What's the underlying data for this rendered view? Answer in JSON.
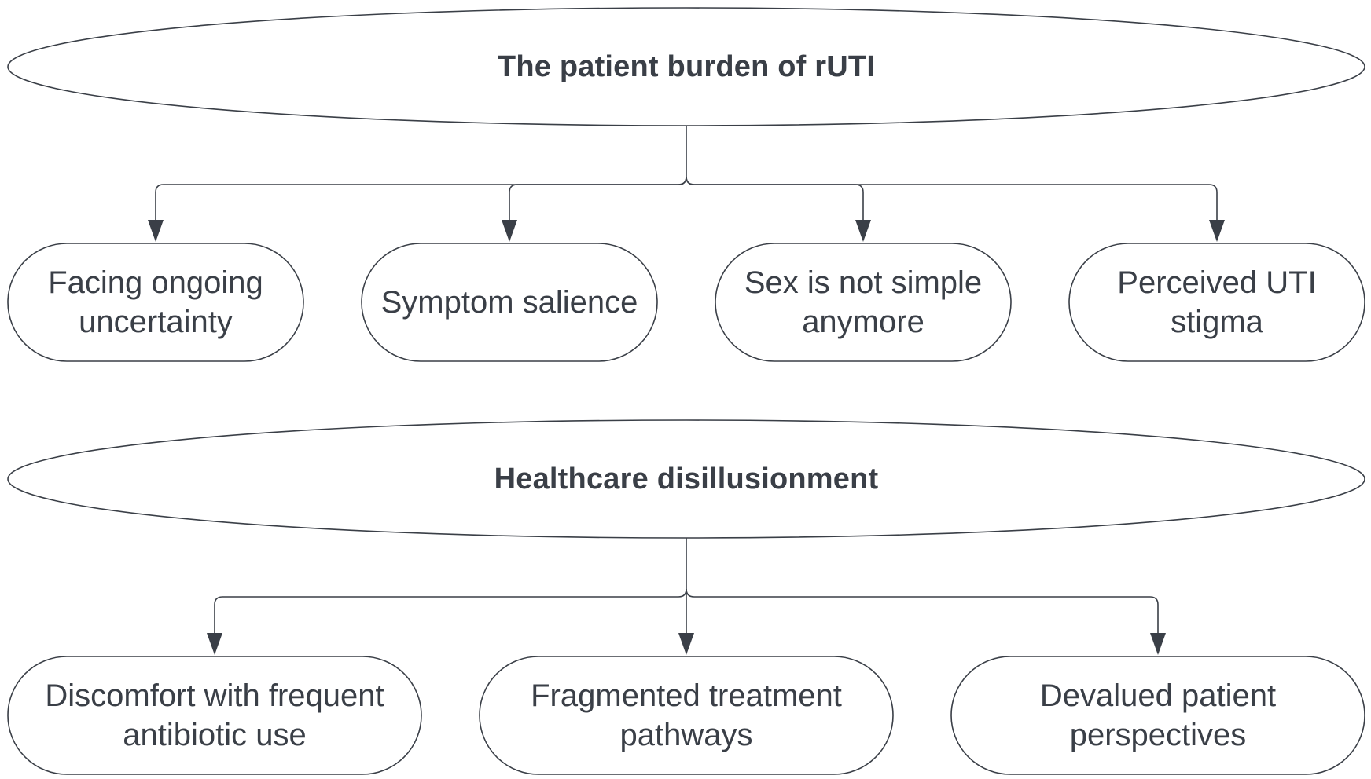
{
  "themes": [
    {
      "title": "The patient burden of rUTI",
      "subthemes": [
        "Facing ongoing uncertainty",
        "Symptom salience",
        "Sex is not simple anymore",
        "Perceived UTI stigma"
      ]
    },
    {
      "title": "Healthcare disillusionment",
      "subthemes": [
        "Discomfort with frequent antibiotic use",
        "Fragmented treatment pathways",
        "Devalued patient perspectives"
      ]
    }
  ],
  "colors": {
    "stroke": "#3a3f47",
    "text": "#3a3f47",
    "background": "#ffffff"
  }
}
